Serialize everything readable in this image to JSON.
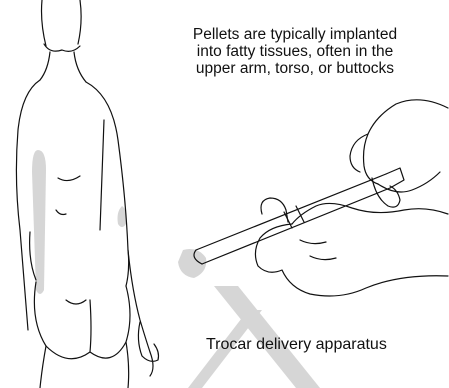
{
  "annotations": {
    "implant_sites": [
      "Pellets are typically implanted",
      "into fatty tissues, often in the",
      "upper arm, torso, or buttocks"
    ],
    "device": "Trocar delivery apparatus"
  },
  "colors": {
    "ink": "#111111",
    "shading": "#d6d6d6"
  }
}
